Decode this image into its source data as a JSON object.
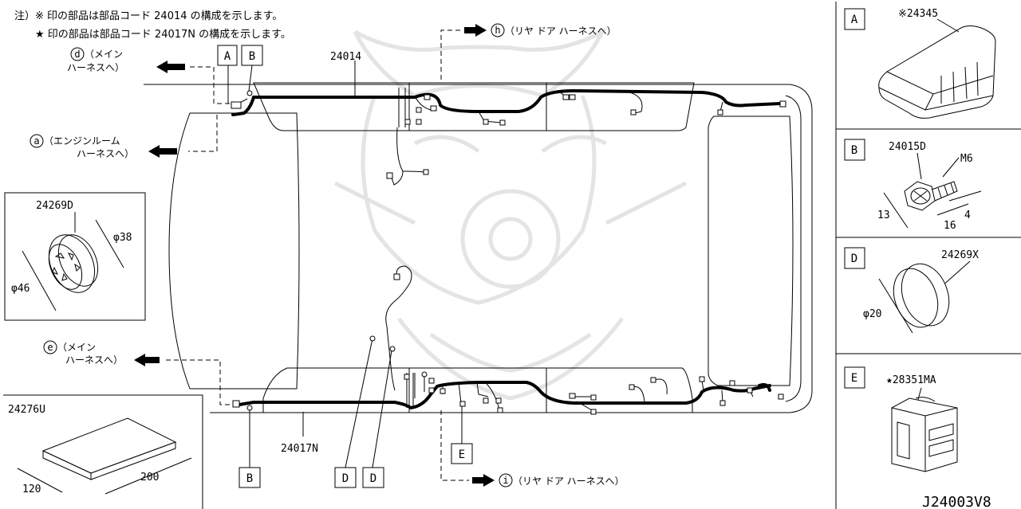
{
  "notes": {
    "line1": "注）※ 印の部品は部品コード 24014 の構成を示します。",
    "line2": "★ 印の部品は部品コード 24017N の構成を示します。"
  },
  "harness_refs": {
    "d": "d",
    "d_text1": "（メイン",
    "d_text2": "ハーネスへ）",
    "a": "a",
    "a_text1": "（エンジンルーム",
    "a_text2": "ハーネスへ）",
    "h": "h",
    "h_text": "（リヤ ドア ハーネスへ）",
    "e": "e",
    "e_text1": "（メイン",
    "e_text2": "ハーネスへ）",
    "i": "i",
    "i_text": "（リヤ ドア ハーネスへ）"
  },
  "part_labels": {
    "top_harness": "24014",
    "bottom_harness": "24017N"
  },
  "callouts": {
    "A": "A",
    "B": "B",
    "D": "D",
    "E": "E"
  },
  "detail_24269d": {
    "code": "24269D",
    "dim_outer": "φ46",
    "dim_inner": "φ38"
  },
  "detail_24276u": {
    "code": "24276U",
    "dim_w": "120",
    "dim_l": "200"
  },
  "right_panel": {
    "A": {
      "letter": "A",
      "code": "※24345"
    },
    "B": {
      "letter": "B",
      "code": "24015D",
      "thread": "M6",
      "d13": "13",
      "d16": "16",
      "d4": "4"
    },
    "D": {
      "letter": "D",
      "code": "24269X",
      "dim": "φ20"
    },
    "E": {
      "letter": "E",
      "code": "★28351MA"
    }
  },
  "diagram_id": "J24003V8"
}
